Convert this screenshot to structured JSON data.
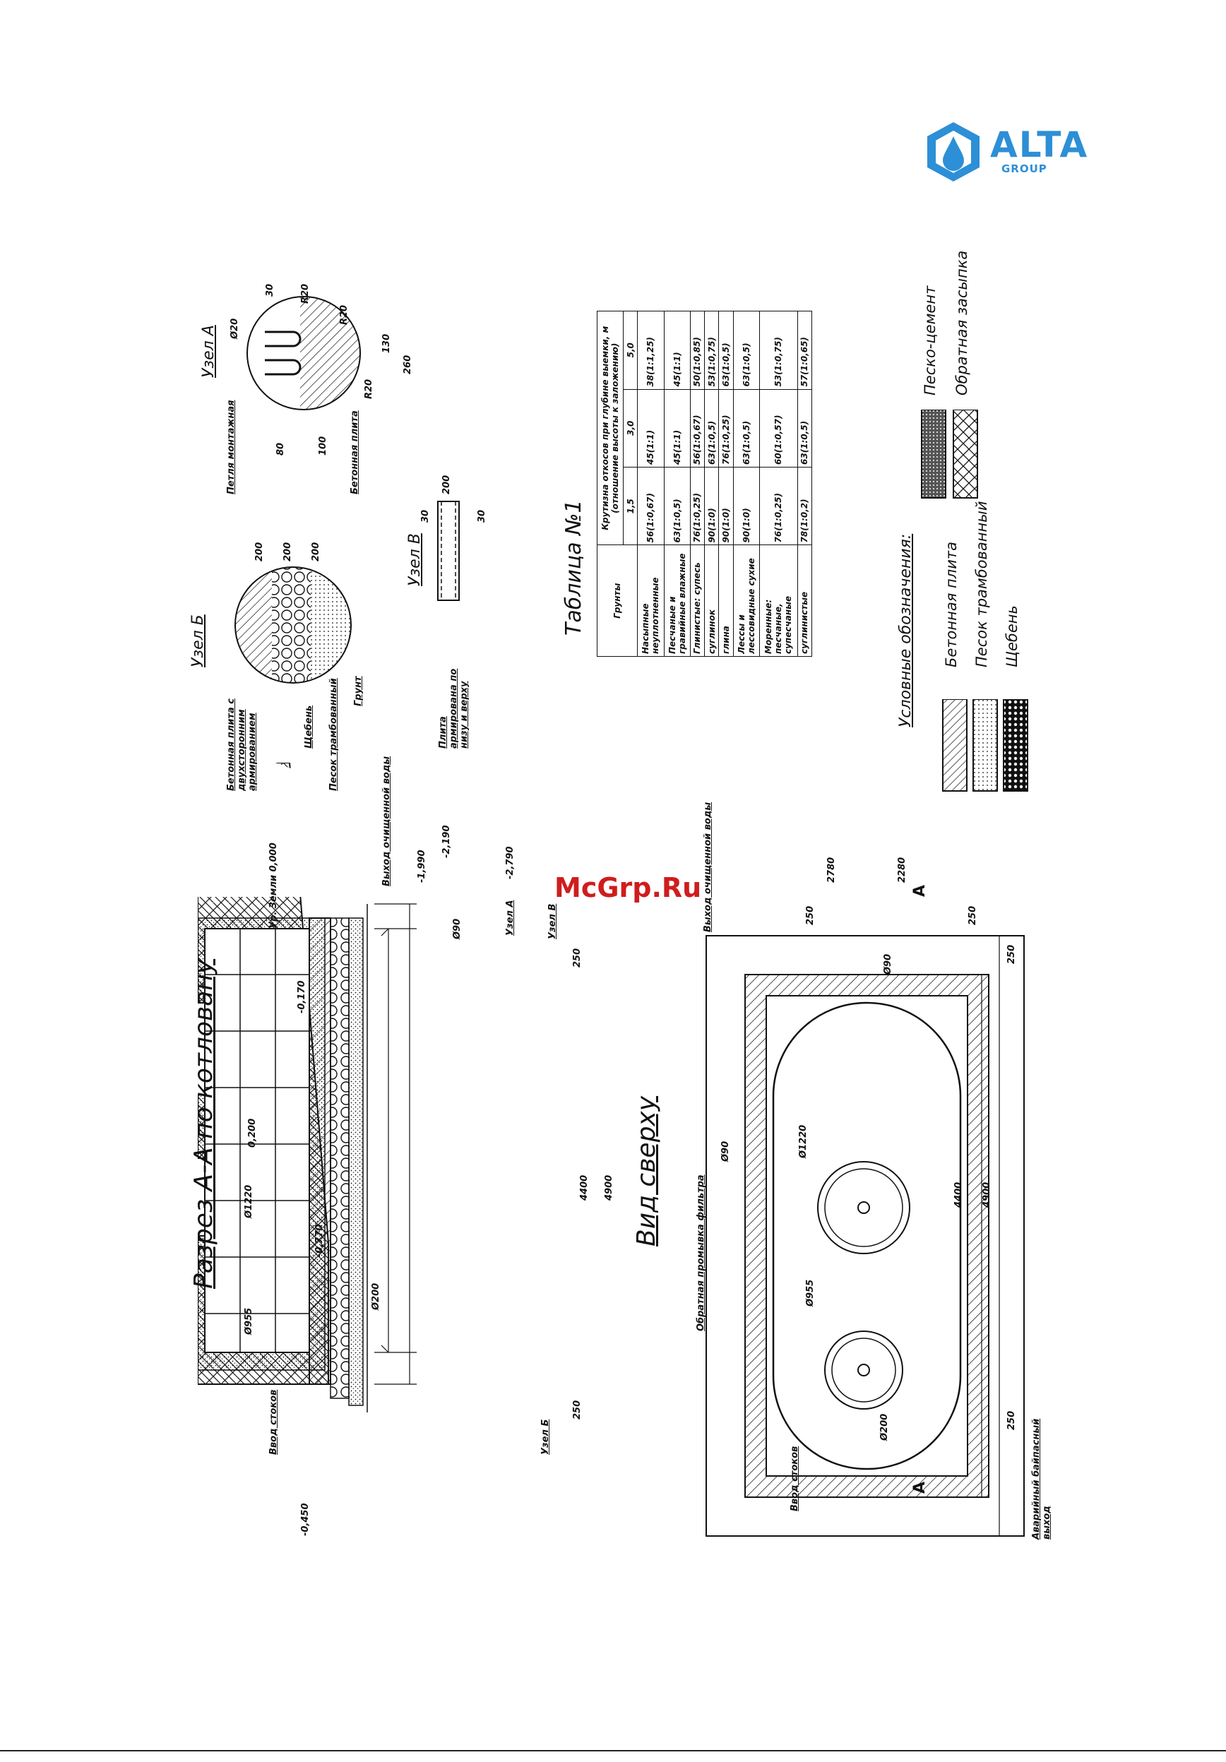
{
  "logo": {
    "name": "ALTA",
    "sub": "GROUP",
    "brand_color": "#2d8fd6"
  },
  "watermark": "McGrp.Ru",
  "section": {
    "title": "Разрез А-А по котловану",
    "dims": {
      "d955": "Ø955",
      "d1220": "Ø1220",
      "d200": "Ø200",
      "d90": "Ø90",
      "l4400": "4400",
      "l4900": "4900",
      "l250a": "250",
      "l250b": "250",
      "lvl_0200": "0,200",
      "lvl_m0770": "-0,770",
      "lvl_m0170": "-0,170",
      "lvl_m0450": "-0,450",
      "lvl_m1990": "-1,990",
      "lvl_m2190": "-2,190",
      "lvl_m2790": "-2,790",
      "lvl_ground": "Ур. Земли 0,000"
    },
    "labels": {
      "inlet": "Ввод стоков",
      "outlet": "Выход очищенной воды",
      "node_a": "Узел А",
      "node_b": "Узел Б",
      "node_v": "Узел В"
    }
  },
  "top_view": {
    "title": "Вид сверху",
    "dims": {
      "d955": "Ø955",
      "d1220": "Ø1220",
      "d200": "Ø200",
      "d90a": "Ø90",
      "d90b": "Ø90",
      "l4400": "4400",
      "l4900": "4900",
      "l2280": "2280",
      "l2780": "2780",
      "l250a": "250",
      "l250b": "250",
      "l250c": "250",
      "l250d": "250"
    },
    "labels": {
      "inlet": "Ввод стоков",
      "outlet": "Выход очищенной воды",
      "filter_backwash": "Обратная промывка фильтра",
      "emergency": "Аварийный байпасный выход",
      "cut_a1": "А",
      "cut_a2": "А"
    }
  },
  "node_b": {
    "title": "Узел Б",
    "labels": {
      "slab": "Бетонная плита с двухсторонним армированием",
      "gravel": "Щебень",
      "sand": "Песок трамбованный",
      "soil": "Грунт"
    },
    "dims": [
      "200",
      "200",
      "200"
    ]
  },
  "node_v": {
    "title": "Узел В",
    "label": "Плита армирована по низу и верху",
    "dims": [
      "200",
      "30",
      "30"
    ]
  },
  "node_a": {
    "title": "Узел А",
    "labels": {
      "rod": "Петля монтажная",
      "slab": "Бетонная плита"
    },
    "dims": [
      "80",
      "100",
      "130",
      "260",
      "30",
      "Ø20",
      "R20",
      "R20",
      "R20"
    ]
  },
  "table": {
    "title": "Таблица №1",
    "headers": [
      "Грунты",
      "Крутизна откосов при глубине выемки, м (отношение высоты к заложению)"
    ],
    "depths": [
      "1,5",
      "3,0",
      "5,0"
    ],
    "rows": [
      [
        "Насыпные неуплотненные",
        "56(1:0,67)",
        "45(1:1)",
        "38(1:1,25)"
      ],
      [
        "Песчаные и гравийные влажные",
        "63(1:0,5)",
        "45(1:1)",
        "45(1:1)"
      ],
      [
        "Глинистые: супесь",
        "76(1:0,25)",
        "56(1:0,67)",
        "50(1:0,85)"
      ],
      [
        "суглинок",
        "90(1:0)",
        "63(1:0,5)",
        "53(1:0,75)"
      ],
      [
        "глина",
        "90(1:0)",
        "76(1:0,25)",
        "63(1:0,5)"
      ],
      [
        "Лессы и лессовидные сухие",
        "90(1:0)",
        "63(1:0,5)",
        "63(1:0,5)"
      ],
      [
        "Моренные: песчаные, супесчаные",
        "76(1:0,25)",
        "60(1:0,57)",
        "53(1:0,75)"
      ],
      [
        "суглинистые",
        "78(1:0,2)",
        "63(1:0,5)",
        "57(1:0,65)"
      ]
    ]
  },
  "legend": {
    "title": "Условные обозначения:",
    "items": [
      "Бетонная плита",
      "Песок трамбованный",
      "Щебень",
      "Песко-цемент",
      "Обратная засыпка"
    ]
  }
}
